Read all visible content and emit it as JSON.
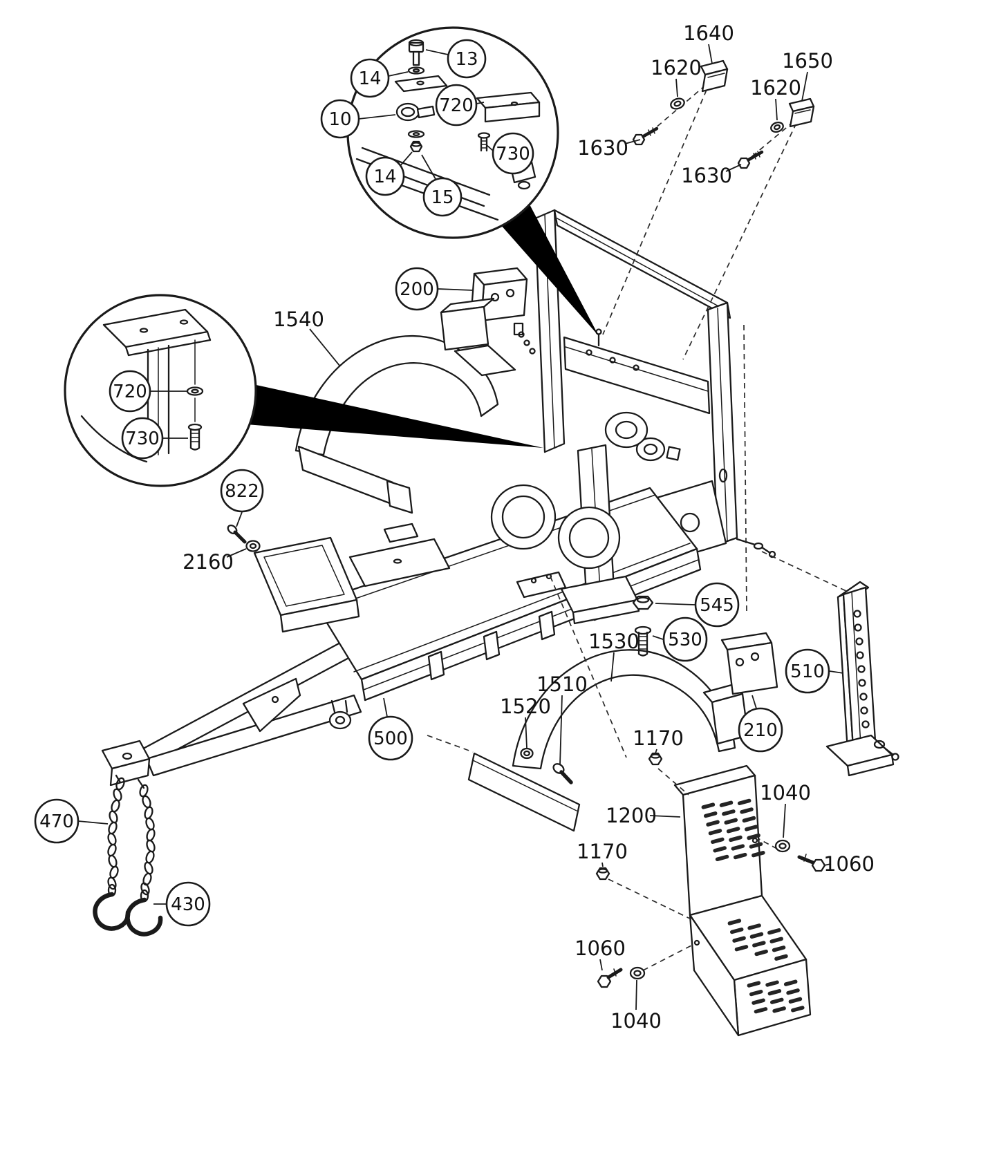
{
  "style": {
    "background": "#ffffff",
    "line_color": "#1a1a1a"
  },
  "callouts": {
    "c13": "13",
    "c14a": "14",
    "c10": "10",
    "c720a": "720",
    "c730a": "730",
    "c14b": "14",
    "c15": "15",
    "c720b": "720",
    "c730b": "730",
    "c200": "200",
    "c822": "822",
    "c545": "545",
    "c530": "530",
    "c510": "510",
    "c210": "210",
    "c500": "500",
    "c470": "470",
    "c430": "430"
  },
  "labels": {
    "l1640": "1640",
    "l1620a": "1620",
    "l1650": "1650",
    "l1620b": "1620",
    "l1630a": "1630",
    "l1630b": "1630",
    "l1540": "1540",
    "l2160": "2160",
    "l1530": "1530",
    "l1510": "1510",
    "l1520": "1520",
    "l1170a": "1170",
    "l1200": "1200",
    "l1040a": "1040",
    "l1060a": "1060",
    "l1170b": "1170",
    "l1060b": "1060",
    "l1040b": "1040"
  }
}
